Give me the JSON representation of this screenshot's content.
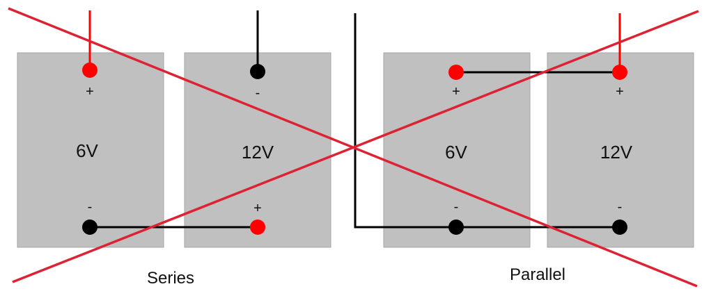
{
  "series": {
    "caption": "Series",
    "battery_a": {
      "voltage": "6V",
      "top_sign": "+",
      "bottom_sign": "-"
    },
    "battery_b": {
      "voltage": "12V",
      "top_sign": "-",
      "bottom_sign": "+"
    }
  },
  "parallel": {
    "caption": "Parallel",
    "battery_a": {
      "voltage": "6V",
      "top_sign": "+",
      "bottom_sign": "-"
    },
    "battery_b": {
      "voltage": "12V",
      "top_sign": "+",
      "bottom_sign": "-"
    }
  },
  "colors": {
    "battery_fill": "#c0c0c0",
    "positive_terminal": "#ff0000",
    "negative_terminal": "#000000",
    "cross_out": "#dd2233"
  }
}
